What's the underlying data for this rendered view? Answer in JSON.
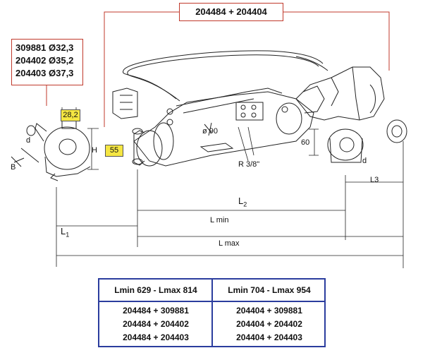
{
  "top_combo": "204484 + 204404",
  "part_numbers": [
    "309881 Ø32,3",
    "204402 Ø35,2",
    "204403 Ø37,3"
  ],
  "dims": {
    "w282": "28,2",
    "w55": "55",
    "d_left": "d",
    "B": "B",
    "H": "H",
    "phi90": "ø 90",
    "r38": "R 3/8\"",
    "h60": "60",
    "d_right": "d",
    "L1": "L",
    "L1_sub": "1",
    "L2": "L",
    "L2_sub": "2",
    "L3": "L3",
    "Lmin": "L min",
    "Lmax": "L max"
  },
  "table": {
    "left_header": "Lmin 629 - Lmax 814",
    "right_header": "Lmin 704 - Lmax 954",
    "left_rows": [
      "204484 + 309881",
      "204484 + 204402",
      "204484 + 204403"
    ],
    "right_rows": [
      "204404 + 309881",
      "204404 + 204402",
      "204404 + 204403"
    ]
  },
  "colors": {
    "callout": "#c0392b",
    "table_border": "#2b3d9e",
    "highlight": "#f5e642"
  }
}
